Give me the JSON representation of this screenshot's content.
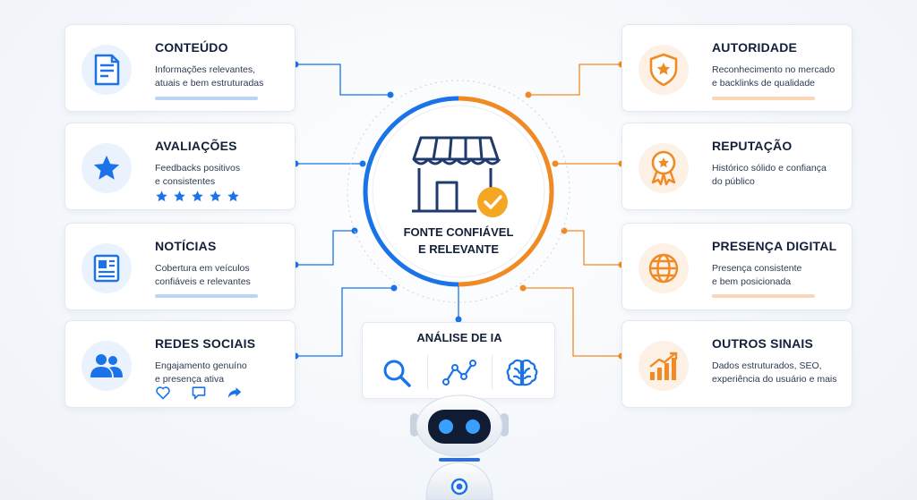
{
  "center": {
    "title_line1": "FONTE CONFIÁVEL",
    "title_line2": "E RELEVANTE",
    "icon": "store-verified-icon"
  },
  "left_cards": [
    {
      "title": "CONTEÚDO",
      "desc_line1": "Informações relevantes,",
      "desc_line2": "atuais e bem estruturadas",
      "icon": "document-icon"
    },
    {
      "title": "AVALIAÇÕES",
      "desc_line1": "Feedbacks positivos",
      "desc_line2": "e consistentes",
      "icon": "star-icon",
      "rating": 5
    },
    {
      "title": "NOTÍCIAS",
      "desc_line1": "Cobertura em veículos",
      "desc_line2": "confiáveis e relevantes",
      "icon": "newspaper-icon"
    },
    {
      "title": "REDES SOCIAIS",
      "desc_line1": "Engajamento genuíno",
      "desc_line2": "e presença ativa",
      "icon": "users-icon",
      "actions": [
        "heart-icon",
        "comment-icon",
        "share-icon"
      ]
    }
  ],
  "right_cards": [
    {
      "title": "AUTORIDADE",
      "desc_line1": "Reconhecimento no mercado",
      "desc_line2": "e backlinks de qualidade",
      "icon": "shield-star-icon"
    },
    {
      "title": "REPUTAÇÃO",
      "desc_line1": "Histórico sólido e confiança",
      "desc_line2": "do público",
      "icon": "award-ribbon-icon"
    },
    {
      "title": "PRESENÇA DIGITAL",
      "desc_line1": "Presença consistente",
      "desc_line2": "e bem posicionada",
      "icon": "globe-icon"
    },
    {
      "title": "OUTROS SINAIS",
      "desc_line1": "Dados estruturados, SEO,",
      "desc_line2": "experiência do usuário e mais",
      "icon": "growth-chart-icon"
    }
  ],
  "ia": {
    "title": "ANÁLISE DE IA",
    "icons": [
      "magnifier-icon",
      "data-graph-icon",
      "brain-icon"
    ]
  },
  "robot": {
    "icon": "robot-icon"
  },
  "colors": {
    "blue": "#1a73e8",
    "orange": "#f08a24",
    "navy": "#13203a"
  }
}
